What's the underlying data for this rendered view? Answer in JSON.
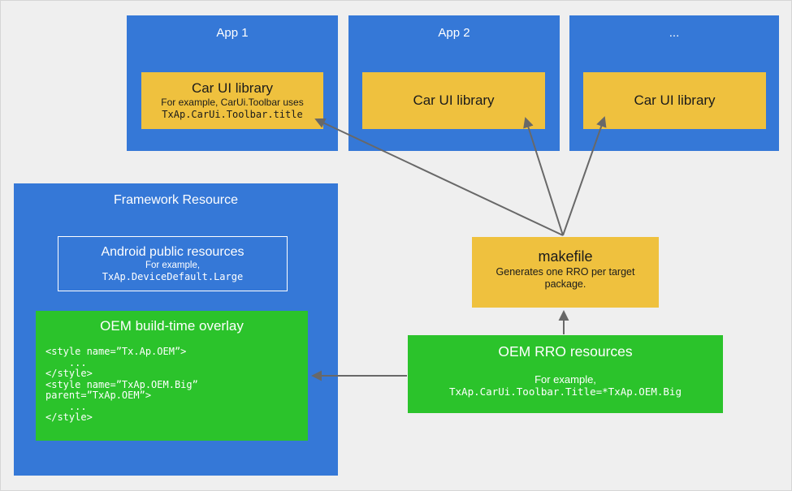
{
  "colors": {
    "background": "#efefef",
    "blue": "#3578d7",
    "yellow": "#efc13e",
    "green": "#2bc32b",
    "arrow": "#686868"
  },
  "apps": [
    {
      "title": "App 1",
      "library": {
        "title": "Car UI library",
        "example_intro": "For example, CarUi.Toolbar uses",
        "example_code": "TxAp.CarUi.Toolbar.title"
      }
    },
    {
      "title": "App 2",
      "library": {
        "title": "Car UI library"
      }
    },
    {
      "title": "...",
      "library": {
        "title": "Car UI library"
      }
    }
  ],
  "framework": {
    "title": "Framework Resource",
    "android_public": {
      "title": "Android public resources",
      "example_label": "For example,",
      "example_code": "TxAp.DeviceDefault.Large"
    },
    "oem_overlay": {
      "title": "OEM build-time overlay",
      "code_lines": [
        "<style name=”Tx.Ap.OEM”>",
        "    ...",
        "</style>",
        "<style name=”TxAp.OEM.Big”",
        "parent=”TxAp.OEM”>",
        "    ...",
        "</style>"
      ]
    }
  },
  "makefile": {
    "title": "makefile",
    "description": "Generates one RRO per target package."
  },
  "oem_rro": {
    "title": "OEM RRO resources",
    "example_label": "For example,",
    "example_code": "TxAp.CarUi.Toolbar.Title=*TxAp.OEM.Big"
  }
}
